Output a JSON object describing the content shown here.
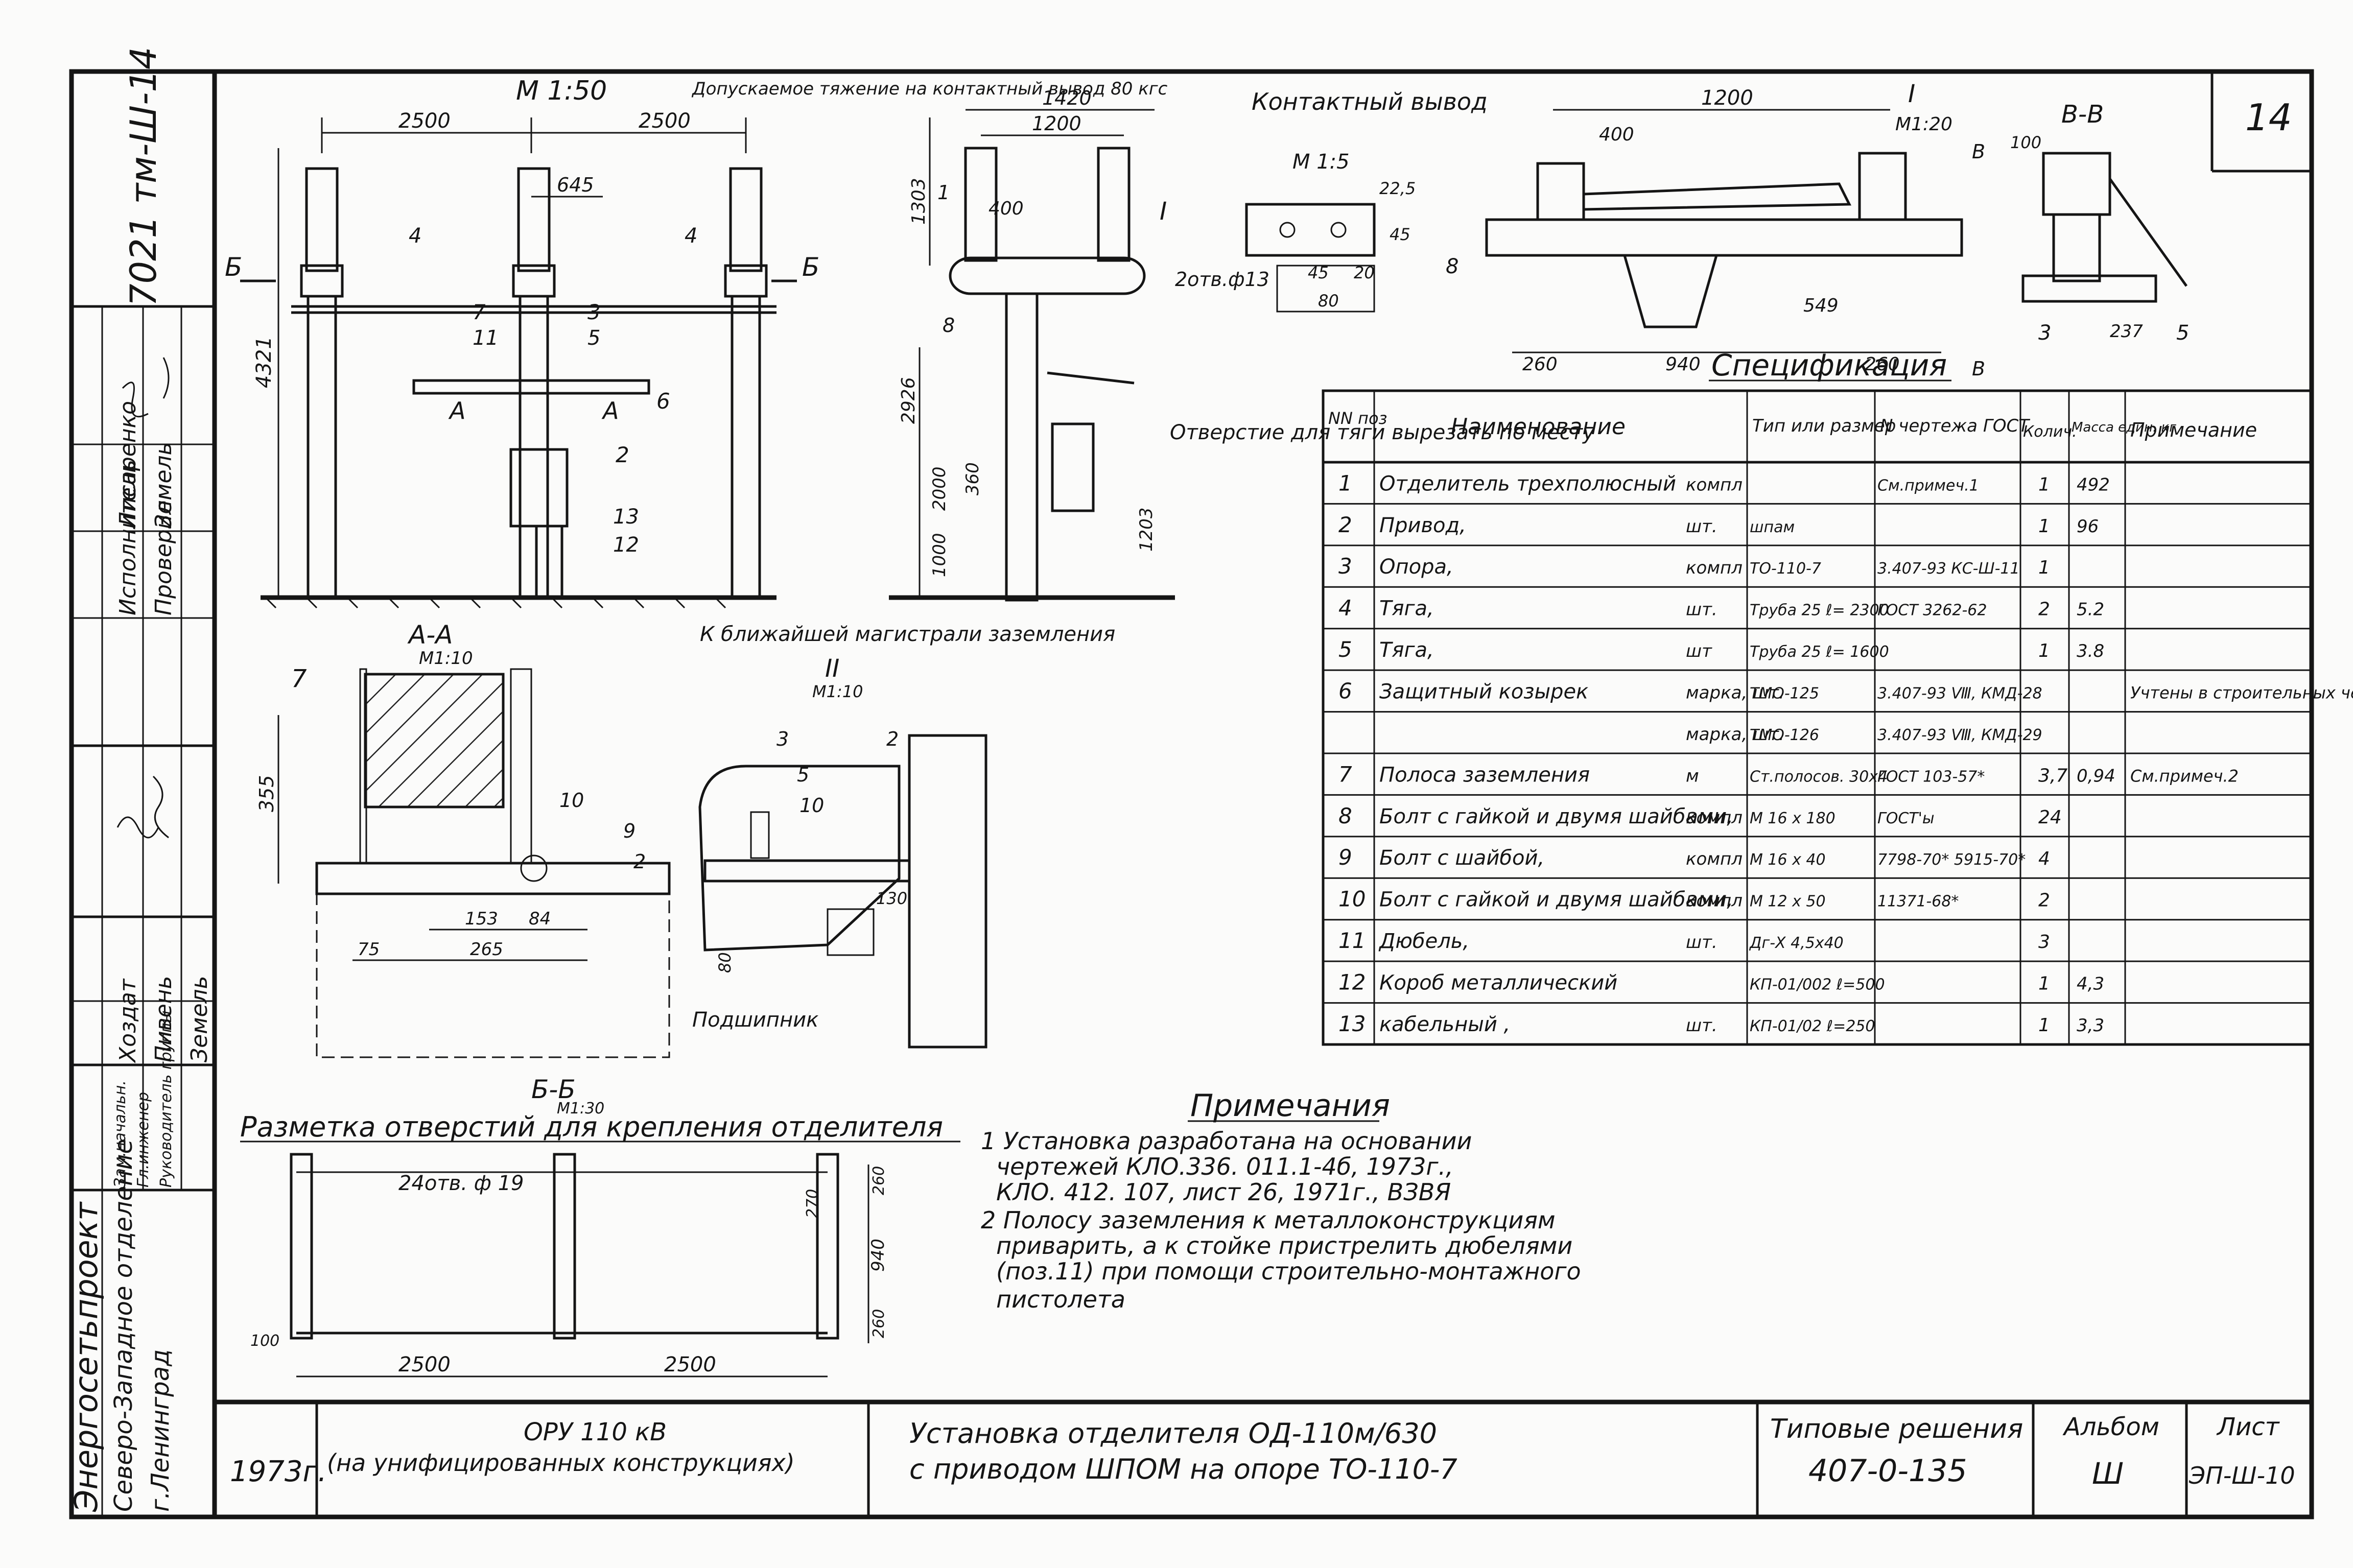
{
  "sheet_number": "14",
  "archive_code": "7021 тм-Ш-14",
  "left_stamp": {
    "org": "Энергосетьпроект",
    "dept": "Северо-Западное отделение",
    "city": "г.Ленинград",
    "roles": [
      "Исполнитель",
      "Проверил",
      "Хоздат",
      "Зам.начальн.",
      "Гл.инженер",
      "Руководитель группы"
    ],
    "names": [
      "Лисаренко",
      "Земель",
      "Пивень",
      "Земель"
    ]
  },
  "views": {
    "front": {
      "scale": "М 1:50",
      "dims": [
        "2500",
        "2500",
        "645",
        "4321"
      ],
      "section_marks": [
        "Б",
        "Б",
        "А",
        "А"
      ],
      "positions": [
        "4",
        "4",
        "7",
        "11",
        "3",
        "5",
        "6",
        "2",
        "13",
        "12"
      ]
    },
    "side": {
      "tension_note": "Допускаемое тяжение на контактный вывод 80 кгс",
      "dims": [
        "1420",
        "1200",
        "400",
        "1303",
        "2926",
        "2000",
        "360",
        "1000",
        "1203"
      ],
      "positions": [
        "1",
        "8"
      ],
      "callout": "I",
      "hole_note": "Отверстие для тяги вырезать по месту",
      "ground_note": "К ближайшей магистрали заземления"
    },
    "contact": {
      "title": "Контактный вывод",
      "scale": "М 1:5",
      "dims": [
        "22,5",
        "45",
        "45",
        "20",
        "80"
      ],
      "holes": "2отв.ф13"
    },
    "detail_I": {
      "title": "I",
      "scale": "М1:20",
      "dims": [
        "1200",
        "400",
        "549",
        "260",
        "940",
        "260"
      ],
      "positions": [
        "8"
      ],
      "section_mark": "В"
    },
    "section_BB": {
      "title": "В-В",
      "dims": [
        "100",
        "237"
      ],
      "positions": [
        "3",
        "5"
      ]
    },
    "section_AA": {
      "title": "А-А",
      "scale": "М1:10",
      "dims": [
        "355",
        "153",
        "84",
        "75",
        "265"
      ],
      "positions": [
        "7",
        "10",
        "9",
        "2"
      ]
    },
    "detail_II": {
      "title": "II",
      "scale": "М1:10",
      "dims": [
        "130",
        "80"
      ],
      "positions": [
        "3",
        "5",
        "10",
        "2"
      ],
      "label": "Подшипник"
    },
    "section_BB2": {
      "title": "Б-Б",
      "scale": "М1:30",
      "caption": "Разметка отверстий для крепления отделителя",
      "holes": "24отв. ф 19",
      "dims": [
        "270",
        "260",
        "940",
        "260",
        "100",
        "2500",
        "2500"
      ]
    }
  },
  "spec": {
    "title": "Спецификация",
    "headers": [
      "NN поз",
      "Наименование",
      "Тип или размер",
      "N чертежа ГОСТ",
      "Колич.",
      "Масса един. кг",
      "Примечание"
    ],
    "rows": [
      {
        "pos": "1",
        "name": "Отделитель трехполюсный",
        "unit": "компл",
        "type": "",
        "gost": "См.примеч.1",
        "qty": "1",
        "mass": "492",
        "note": ""
      },
      {
        "pos": "2",
        "name": "Привод,",
        "unit": "шт.",
        "type": "шпам",
        "gost": "",
        "qty": "1",
        "mass": "96",
        "note": ""
      },
      {
        "pos": "3",
        "name": "Опора,",
        "unit": "компл",
        "type": "ТО-110-7",
        "gost": "3.407-93 КС-Ш-11",
        "qty": "1",
        "mass": "",
        "note": ""
      },
      {
        "pos": "4",
        "name": "Тяга,",
        "unit": "шт.",
        "type": "Труба 25 ℓ= 2300",
        "gost": "ГОСТ 3262-62",
        "qty": "2",
        "mass": "5.2",
        "note": ""
      },
      {
        "pos": "5",
        "name": "Тяга,",
        "unit": "шт",
        "type": "Труба 25 ℓ= 1600",
        "gost": "",
        "qty": "1",
        "mass": "3.8",
        "note": ""
      },
      {
        "pos": "6",
        "name": "Защитный козырек",
        "unit": "марка, шт.",
        "type": "ТМО-125",
        "gost": "3.407-93 Ⅷ, КМД-28",
        "qty": "",
        "mass": "",
        "note": "Учтены в строительных чертежах"
      },
      {
        "pos": "",
        "name": "",
        "unit": "марка, шт.",
        "type": "ТМО-126",
        "gost": "3.407-93 Ⅷ, КМД-29",
        "qty": "",
        "mass": "",
        "note": ""
      },
      {
        "pos": "7",
        "name": "Полоса заземления",
        "unit": "м",
        "type": "Ст.полосов. 30х4",
        "gost": "ГОСТ 103-57*",
        "qty": "3,7",
        "mass": "0,94",
        "note": "См.примеч.2"
      },
      {
        "pos": "8",
        "name": "Болт с гайкой и двумя шайбами,",
        "unit": "компл",
        "type": "М 16 х 180",
        "gost": "ГОСТ'ы",
        "qty": "24",
        "mass": "",
        "note": ""
      },
      {
        "pos": "9",
        "name": "Болт с шайбой,",
        "unit": "компл",
        "type": "М 16 х 40",
        "gost": "7798-70* 5915-70*",
        "qty": "4",
        "mass": "",
        "note": ""
      },
      {
        "pos": "10",
        "name": "Болт с гайкой и двумя шайбами,",
        "unit": "компл",
        "type": "М 12 х 50",
        "gost": "11371-68*",
        "qty": "2",
        "mass": "",
        "note": ""
      },
      {
        "pos": "11",
        "name": "Дюбель,",
        "unit": "шт.",
        "type": "Дг-Ⅹ 4,5х40",
        "gost": "",
        "qty": "3",
        "mass": "",
        "note": ""
      },
      {
        "pos": "12",
        "name": "Короб металлический",
        "unit": "",
        "type": "КП-01/002 ℓ=500",
        "gost": "",
        "qty": "1",
        "mass": "4,3",
        "note": ""
      },
      {
        "pos": "13",
        "name": "кабельный ,",
        "unit": "шт.",
        "type": "КП-01/02 ℓ=250",
        "gost": "",
        "qty": "1",
        "mass": "3,3",
        "note": ""
      }
    ]
  },
  "notes": {
    "title": "Примечания",
    "items": [
      "1 Установка разработана на основании",
      "чертежей КЛО.336. 011.1-4б, 1973г.,",
      "КЛО. 412. 107, лист 26, 1971г., ВЗВЯ",
      "2 Полосу заземления к металлоконструкциям",
      "приварить, а к стойке пристрелить дюбелями",
      "(поз.11) при помощи строительно-монтажного",
      "пистолета"
    ]
  },
  "title_block": {
    "year": "1973г.",
    "object": "ОРУ 110 кВ",
    "object_sub": "(на унифицированных конструкциях)",
    "title_line1": "Установка отделителя ОД-110м/630",
    "title_line2": "с приводом ШПОМ на опоре ТО-110-7",
    "series_label": "Типовые решения",
    "series": "407-0-135",
    "album_label": "Альбом",
    "album": "Ш",
    "sheet_label": "Лист",
    "sheet": "ЭП-Ш-10"
  }
}
